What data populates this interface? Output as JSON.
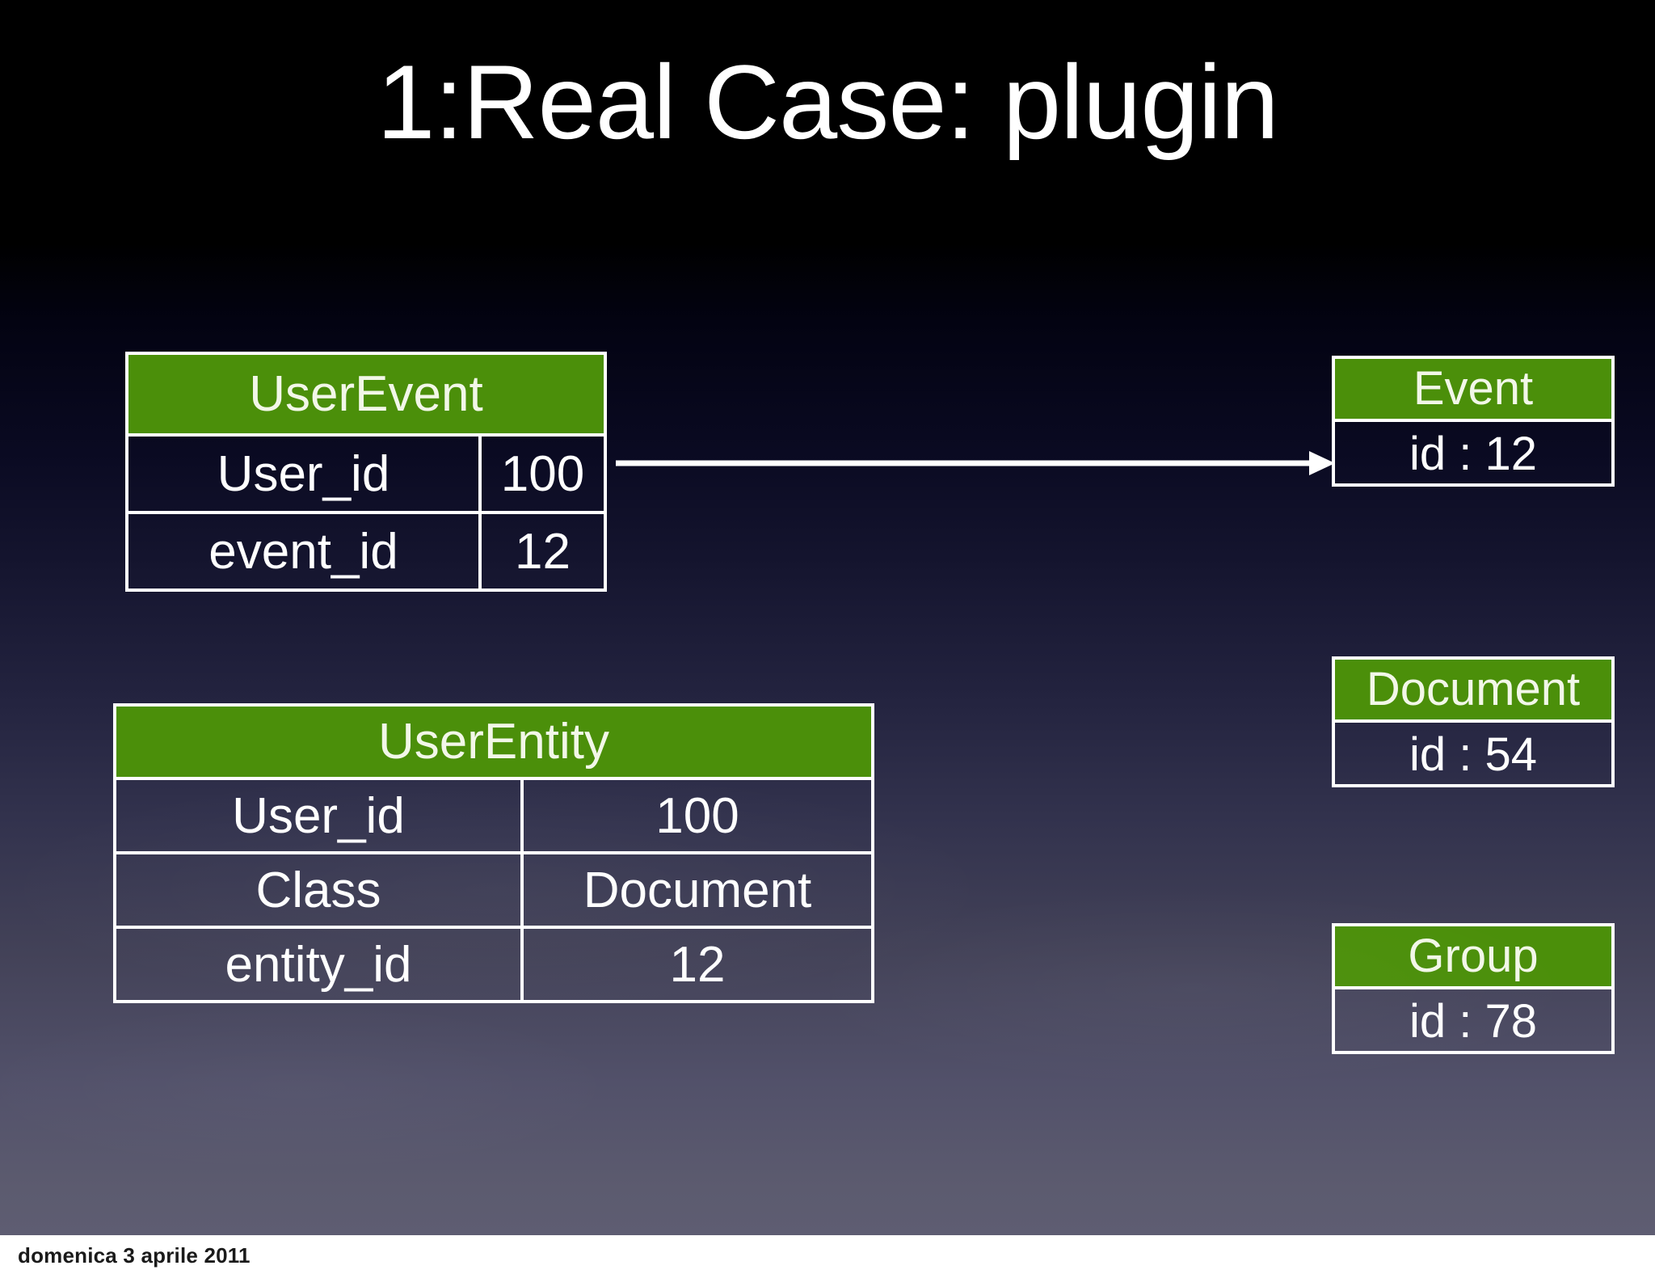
{
  "slide": {
    "title": "1:Real Case: plugin",
    "theme": {
      "header_green": "#4b8f0a",
      "border_white": "#ffffff",
      "text_white": "#ffffff",
      "background_top": "#000000",
      "background_bottom": "#5e5d72"
    }
  },
  "tables": {
    "userevent": {
      "name": "UserEvent",
      "rows": [
        {
          "key": "User_id",
          "value": "100"
        },
        {
          "key": "event_id",
          "value": "12"
        }
      ]
    },
    "userentity": {
      "name": "UserEntity",
      "rows": [
        {
          "key": "User_id",
          "value": "100"
        },
        {
          "key": "Class",
          "value": "Document"
        },
        {
          "key": "entity_id",
          "value": "12"
        }
      ]
    }
  },
  "boxes": [
    {
      "name": "Event",
      "value": "id : 12"
    },
    {
      "name": "Document",
      "value": "id : 54"
    },
    {
      "name": "Group",
      "value": "id : 78"
    }
  ],
  "footer": {
    "date": "domenica 3 aprile 2011"
  }
}
